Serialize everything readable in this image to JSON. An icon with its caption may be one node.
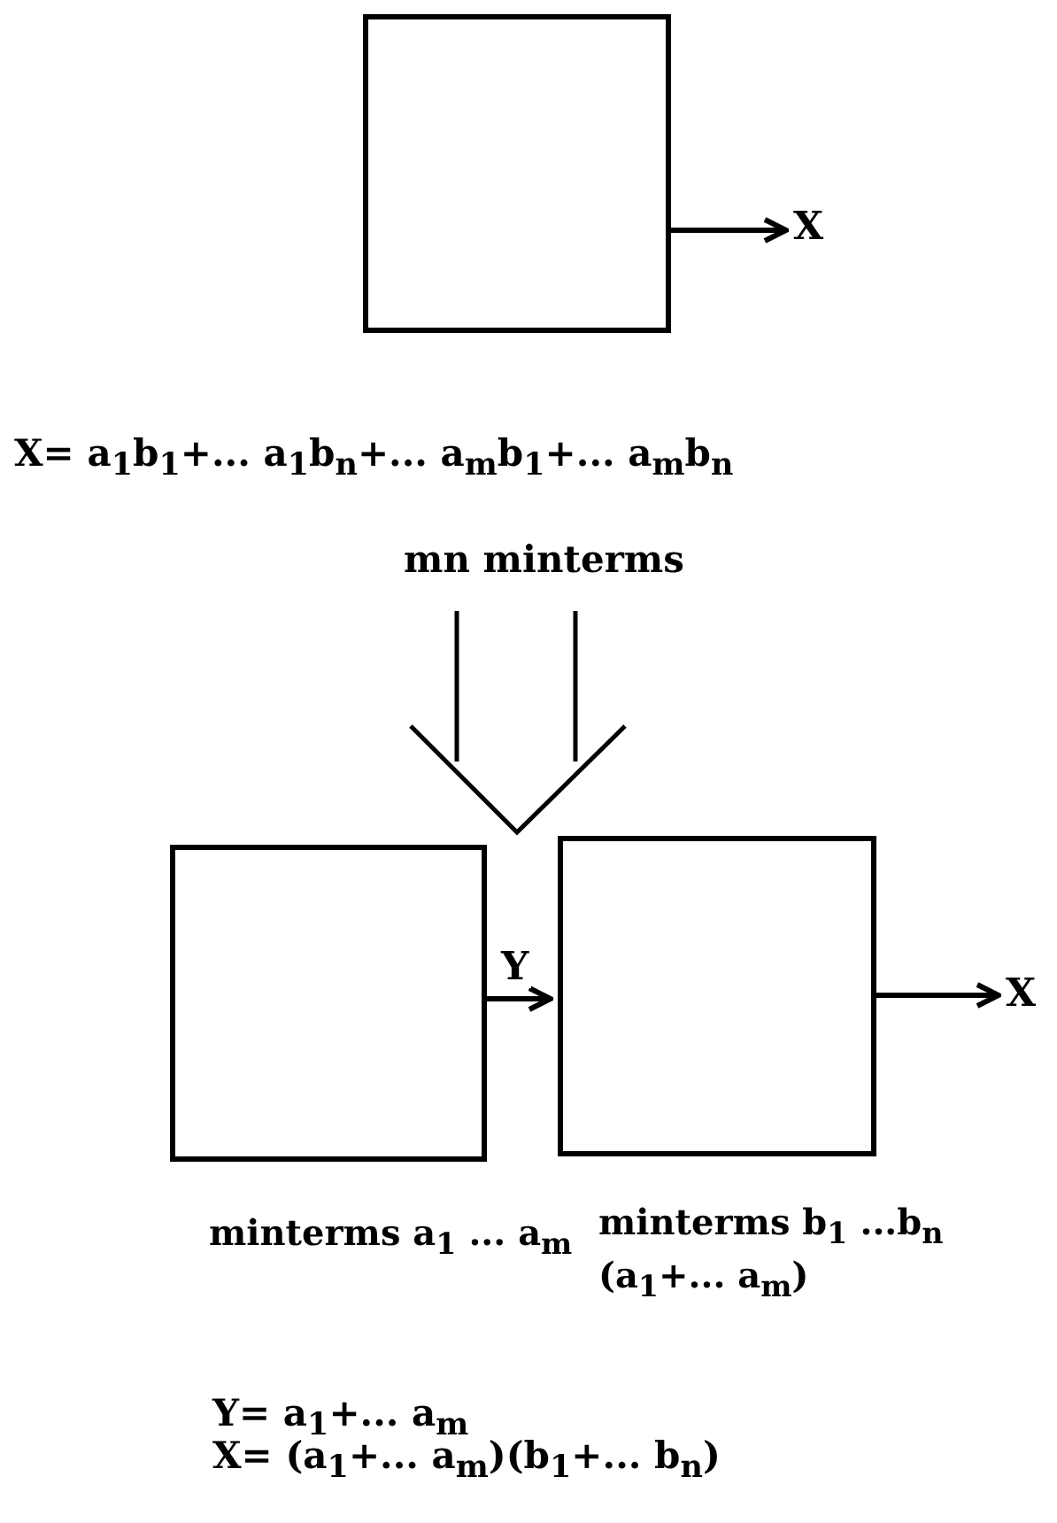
{
  "diagram": {
    "nodes": [
      {
        "text": [],
        "shape": "box"
      },
      {
        "text": [
          "X"
        ]
      },
      {
        "text": [],
        "shape": "box",
        "beside": [
          "minterms a$_{1}$ ... a$_{m}$"
        ]
      },
      {
        "text": [],
        "shape": "box",
        "beside": [
          "minterms b$_{1}$ ...b$_{n}$ (a$_{1}$+... a$_{m}$)"
        ]
      },
      {
        "text": [
          "X"
        ]
      }
    ],
    "edges": [
      {
        "from": 0,
        "to": 1,
        "arrow": "to"
      },
      {
        "from": 2,
        "to": 3,
        "arrow": "to",
        "label": "Y"
      },
      {
        "from": 3,
        "to": 4,
        "arrow": "to"
      }
    ],
    "labels": [
      "X= a$_{1}$b$_{1}$+... a$_{1}$b$_{n}$+... a$_{m}$b$_{1}$+... a$_{m}$b$_{n}$",
      "mn minterms",
      "Y= a$_{1}$+... a$_{m}$",
      "X= (a$_{1}$+... a$_{m}$)(b$_{1}$+... b$_{n}$)"
    ]
  }
}
